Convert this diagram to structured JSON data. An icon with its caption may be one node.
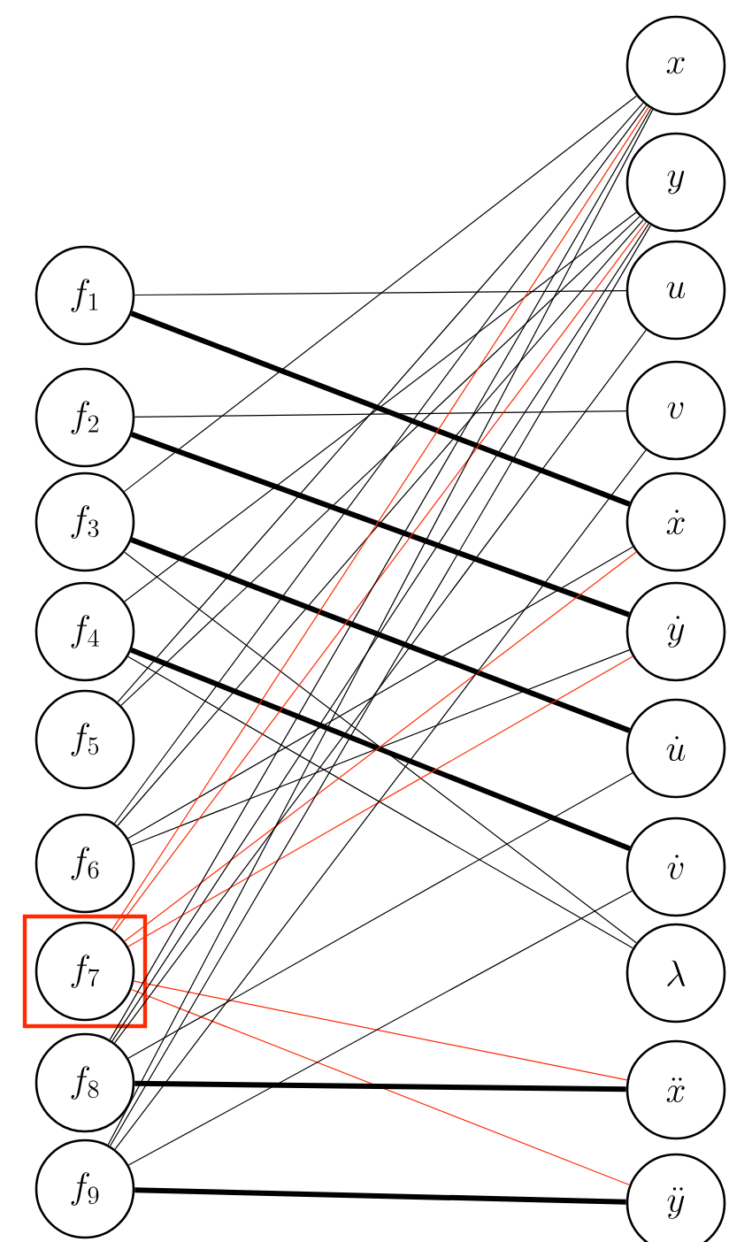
{
  "diagram": {
    "nodes": [
      {
        "text": [
          "f_1"
        ]
      },
      {
        "text": [
          "f_2"
        ]
      },
      {
        "text": [
          "f_3"
        ]
      },
      {
        "text": [
          "f_4"
        ]
      },
      {
        "text": [
          "f_5"
        ]
      },
      {
        "text": [
          "f_6"
        ]
      },
      {
        "text": [
          "f_7"
        ]
      },
      {
        "text": [
          "f_8"
        ]
      },
      {
        "text": [
          "f_9"
        ]
      },
      {
        "text": [
          "x"
        ]
      },
      {
        "text": [
          "y"
        ]
      },
      {
        "text": [
          "u"
        ]
      },
      {
        "text": [
          "v"
        ]
      },
      {
        "text": [
          "\\dot{x}"
        ]
      },
      {
        "text": [
          "\\dot{y}"
        ]
      },
      {
        "text": [
          "\\dot{u}"
        ]
      },
      {
        "text": [
          "\\dot{v}"
        ]
      },
      {
        "text": [
          "\\lambda"
        ]
      },
      {
        "text": [
          "\\ddot{x}"
        ]
      },
      {
        "text": [
          "\\ddot{y}"
        ]
      }
    ],
    "edges": [
      {
        "from": 0,
        "to": 11,
        "arrow": "none"
      },
      {
        "from": 0,
        "to": 13,
        "arrow": "none",
        "style": "thick"
      },
      {
        "from": 1,
        "to": 12,
        "arrow": "none"
      },
      {
        "from": 1,
        "to": 14,
        "arrow": "none",
        "style": "thick"
      },
      {
        "from": 2,
        "to": 9,
        "arrow": "none"
      },
      {
        "from": 2,
        "to": 17,
        "arrow": "none"
      },
      {
        "from": 2,
        "to": 15,
        "arrow": "none",
        "style": "thick"
      },
      {
        "from": 3,
        "to": 10,
        "arrow": "none"
      },
      {
        "from": 3,
        "to": 17,
        "arrow": "none"
      },
      {
        "from": 3,
        "to": 16,
        "arrow": "none",
        "style": "thick"
      },
      {
        "from": 4,
        "to": 9,
        "arrow": "none"
      },
      {
        "from": 4,
        "to": 10,
        "arrow": "none"
      },
      {
        "from": 5,
        "to": 9,
        "arrow": "none"
      },
      {
        "from": 5,
        "to": 10,
        "arrow": "none"
      },
      {
        "from": 5,
        "to": 13,
        "arrow": "none"
      },
      {
        "from": 5,
        "to": 14,
        "arrow": "none"
      },
      {
        "from": 6,
        "to": 9,
        "arrow": "none",
        "color": "#ff2a00"
      },
      {
        "from": 6,
        "to": 10,
        "arrow": "none",
        "color": "#ff2a00"
      },
      {
        "from": 6,
        "to": 13,
        "arrow": "none",
        "color": "#ff2a00"
      },
      {
        "from": 6,
        "to": 14,
        "arrow": "none",
        "color": "#ff2a00"
      },
      {
        "from": 6,
        "to": 18,
        "arrow": "none",
        "color": "#ff2a00"
      },
      {
        "from": 6,
        "to": 19,
        "arrow": "none",
        "color": "#ff2a00"
      },
      {
        "from": 7,
        "to": 9,
        "arrow": "none"
      },
      {
        "from": 7,
        "to": 10,
        "arrow": "none"
      },
      {
        "from": 7,
        "to": 11,
        "arrow": "none"
      },
      {
        "from": 7,
        "to": 15,
        "arrow": "none"
      },
      {
        "from": 7,
        "to": 18,
        "arrow": "none",
        "style": "thick"
      },
      {
        "from": 8,
        "to": 9,
        "arrow": "none"
      },
      {
        "from": 8,
        "to": 10,
        "arrow": "none"
      },
      {
        "from": 8,
        "to": 12,
        "arrow": "none"
      },
      {
        "from": 8,
        "to": 16,
        "arrow": "none"
      },
      {
        "from": 8,
        "to": 19,
        "arrow": "none",
        "style": "thick"
      }
    ]
  }
}
